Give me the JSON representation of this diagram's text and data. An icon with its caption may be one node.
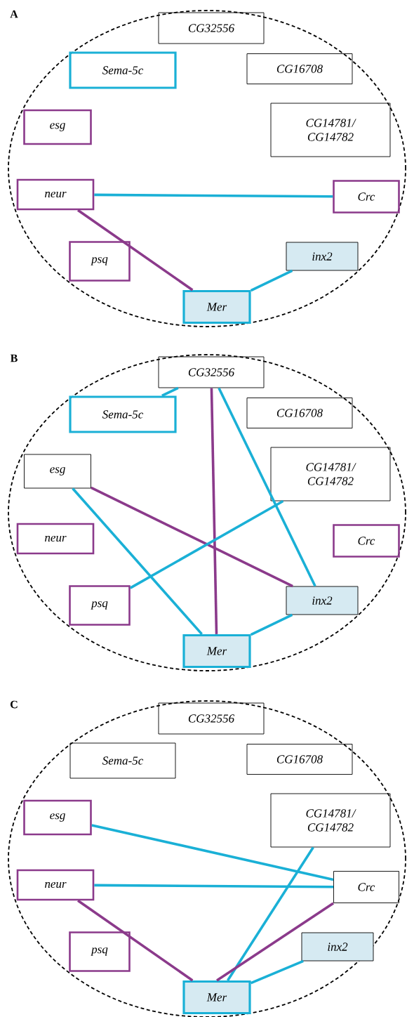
{
  "diagram": {
    "nodes": [
      {
        "text": [],
        "shape": "ellipse"
      },
      {
        "text": [
          "CG32556"
        ],
        "in": 0
      },
      {
        "text": [
          "Sema-5c"
        ],
        "in": 0
      },
      {
        "text": [
          "CG16708"
        ],
        "in": 0
      },
      {
        "text": [
          "esg"
        ],
        "in": 0
      },
      {
        "text": [
          "CG14781/ CG14782"
        ],
        "in": 0
      },
      {
        "text": [
          "neur"
        ],
        "in": 0
      },
      {
        "text": [
          "Crc"
        ],
        "in": 0
      },
      {
        "text": [
          "psq"
        ],
        "in": 0
      },
      {
        "text": [
          "inx2"
        ],
        "in": 0
      },
      {
        "text": [
          "Mer"
        ],
        "in": 0
      },
      {
        "text": [],
        "shape": "ellipse"
      },
      {
        "text": [
          "CG32556"
        ],
        "in": 11
      },
      {
        "text": [
          "Sema-5c"
        ],
        "in": 11
      },
      {
        "text": [
          "CG16708"
        ],
        "in": 11
      },
      {
        "text": [
          "esg"
        ],
        "in": 11
      },
      {
        "text": [
          "CG14781/ CG14782"
        ],
        "in": 11
      },
      {
        "text": [
          "neur"
        ],
        "in": 11
      },
      {
        "text": [
          "Crc"
        ],
        "in": 11
      },
      {
        "text": [
          "psq"
        ],
        "in": 11
      },
      {
        "text": [
          "inx2"
        ],
        "in": 11
      },
      {
        "text": [
          "Mer"
        ],
        "in": 11
      },
      {
        "text": [],
        "shape": "ellipse"
      },
      {
        "text": [
          "CG32556"
        ],
        "in": 22
      },
      {
        "text": [
          "Sema-5c"
        ],
        "in": 22
      },
      {
        "text": [
          "CG16708"
        ],
        "in": 22
      },
      {
        "text": [
          "esg"
        ],
        "in": 22
      },
      {
        "text": [
          "CG14781/ CG14782"
        ],
        "in": 22
      },
      {
        "text": [
          "neur"
        ],
        "in": 22
      },
      {
        "text": [
          "Crc"
        ],
        "in": 22
      },
      {
        "text": [
          "psq"
        ],
        "in": 22
      },
      {
        "text": [
          "inx2"
        ],
        "in": 22
      },
      {
        "text": [
          "Mer"
        ],
        "in": 22
      }
    ],
    "edges": [
      {
        "from": 6,
        "to": 7,
        "arrow": "none"
      },
      {
        "from": 6,
        "to": 10,
        "arrow": "none",
        "color": "#8b3a8b"
      },
      {
        "from": 9,
        "to": 10,
        "arrow": "none"
      },
      {
        "from": 13,
        "to": 12,
        "arrow": "none"
      },
      {
        "from": 12,
        "to": 21,
        "arrow": "none",
        "color": "#8b3a8b"
      },
      {
        "from": 12,
        "to": 20,
        "arrow": "none"
      },
      {
        "from": 15,
        "to": 20,
        "arrow": "none",
        "color": "#8b3a8b"
      },
      {
        "from": 15,
        "to": 21,
        "arrow": "none"
      },
      {
        "from": 16,
        "to": 19,
        "arrow": "none"
      },
      {
        "from": 20,
        "to": 21,
        "arrow": "none"
      },
      {
        "from": 26,
        "to": 29,
        "arrow": "none"
      },
      {
        "from": 28,
        "to": 29,
        "arrow": "none"
      },
      {
        "from": 28,
        "to": 32,
        "arrow": "none",
        "color": "#8b3a8b"
      },
      {
        "from": 27,
        "to": 32,
        "arrow": "none"
      },
      {
        "from": 29,
        "to": 32,
        "arrow": "none",
        "color": "#8b3a8b"
      },
      {
        "from": 31,
        "to": 32,
        "arrow": "none"
      }
    ],
    "labels": [
      "A",
      "B",
      "C"
    ]
  }
}
